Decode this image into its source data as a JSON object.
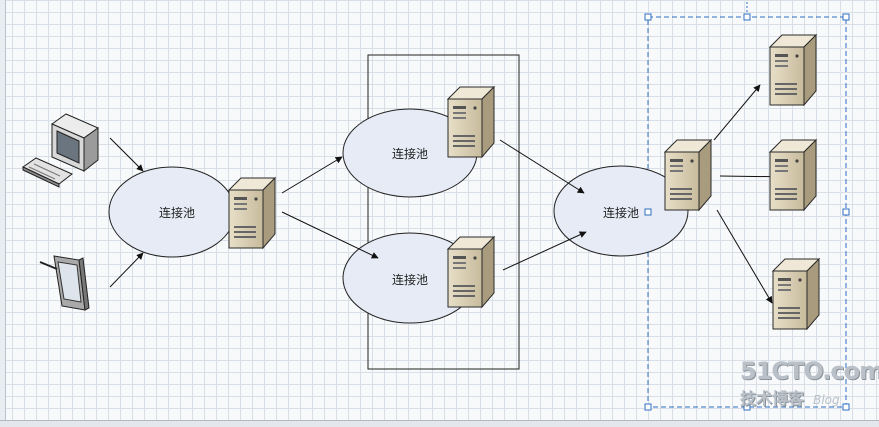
{
  "diagram": {
    "pool_label": "连接池",
    "pools": [
      {
        "id": "pool-left",
        "label": "连接池"
      },
      {
        "id": "pool-middle-top",
        "label": "连接池"
      },
      {
        "id": "pool-middle-bottom",
        "label": "连接池"
      },
      {
        "id": "pool-right",
        "label": "连接池"
      }
    ],
    "clients": [
      "desktop-computer-icon",
      "tablet-device-icon"
    ],
    "servers": 7,
    "colors": {
      "ellipse_fill": "#e6ebf5",
      "server_face": "#d4c9ae",
      "server_side": "#aa9d80",
      "selection_border": "#3a73c8",
      "grid_line": "#d9dfe6"
    }
  },
  "watermark": {
    "site": "51CTO.com",
    "subtitle": "技术博客",
    "blog": "Blog"
  }
}
